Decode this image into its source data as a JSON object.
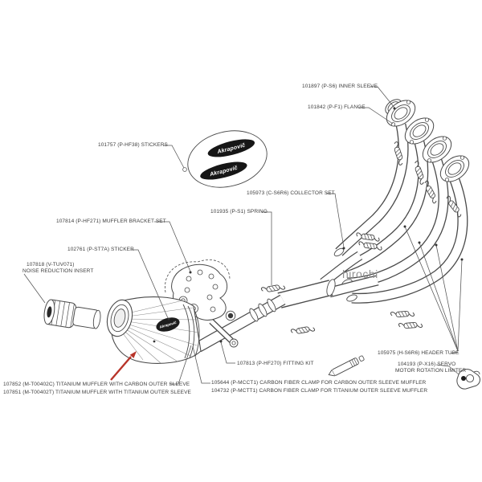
{
  "diagram": {
    "watermark": "hirochi",
    "brand_logo_text": "Akrapovič",
    "labels": {
      "inner_sleeve": "101897 (P-S6) INNER SLEEVE",
      "flange": "101842 (P-F1) FLANGE",
      "stickers": "101757 (P-HF38) STICKERS",
      "collector_set": "105973 (C-S6R6) COLLECTOR SET",
      "spring": "101935 (P-S1) SPRING",
      "muffler_bracket_set": "107814 (P-HF271) MUFFLER BRACKET SET",
      "sticker": "102761 (P-ST7A) STICKER",
      "noise_insert_line1": "107818 (V-TUV071)",
      "noise_insert_line2": "NOISE REDUCTION INSERT",
      "fitting_kit": "107813 (P-HF270) FITTING KIT",
      "header_tube": "105975 (H-S6R6) HEADER TUBE",
      "servo_line1": "104193 (P-X16) SERVO",
      "servo_line2": "MOTOR ROTATION LIMITER",
      "muffler_carbon": "107852 (M-T00402C) TITANIUM MUFFLER WITH CARBON OUTER SLEEVE",
      "muffler_titanium": "107851 (M-T00402T) TITANIUM MUFFLER WITH TITANIUM OUTER SLEEVE",
      "clamp_carbon": "105644 (P-MCCT1) CARBON FIBER CLAMP FOR CARBON OUTER SLEEVE MUFFLER",
      "clamp_titanium": "104732 (P-MCTT1) CARBON FIBER CLAMP FOR TITANIUM OUTER SLEEVE MUFFLER"
    },
    "colors": {
      "line": "#4a4a4a",
      "leader": "#555555",
      "arrow_red": "#b8342a",
      "watermark_gray": "#8f8f8f"
    }
  }
}
